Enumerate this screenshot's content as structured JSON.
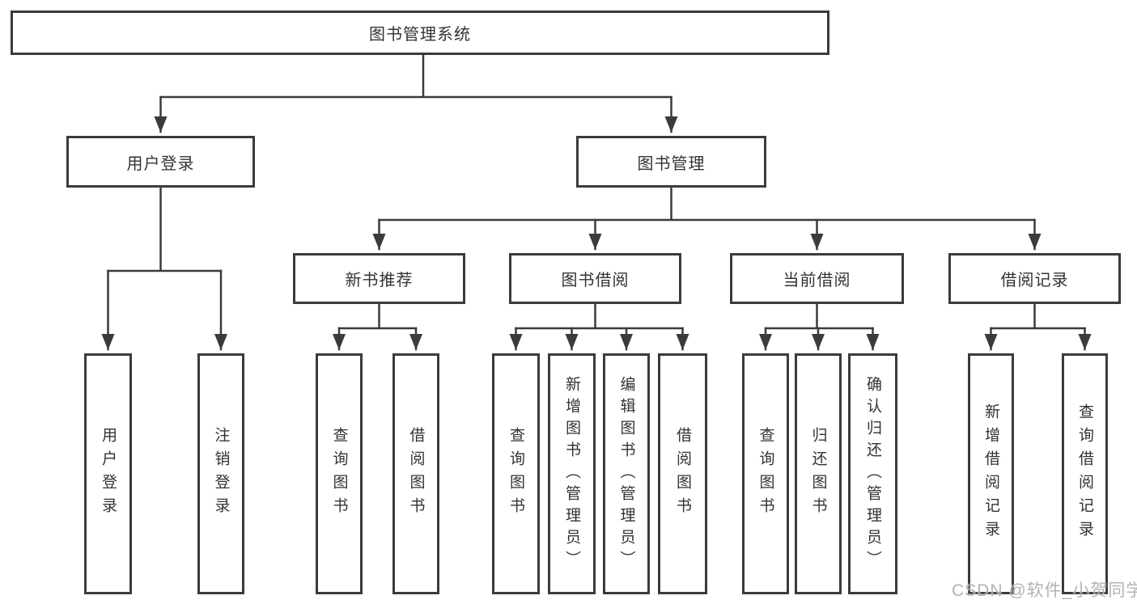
{
  "diagram_title": "图书管理系统",
  "root": {
    "label": "图书管理系统"
  },
  "level2": [
    {
      "label": "用户登录"
    },
    {
      "label": "图书管理"
    }
  ],
  "level3": [
    {
      "label": "新书推荐"
    },
    {
      "label": "图书借阅"
    },
    {
      "label": "当前借阅"
    },
    {
      "label": "借阅记录"
    }
  ],
  "leaves": {
    "user": [
      "用户登录",
      "注销登录"
    ],
    "recommend": [
      "查询图书",
      "借阅图书"
    ],
    "borrow": [
      "查询图书",
      "新增图书（管理员）",
      "编辑图书（管理员）",
      "借阅图书"
    ],
    "current": [
      "查询图书",
      "归还图书",
      "确认归还（管理员）"
    ],
    "records": [
      "新增借阅记录",
      "查询借阅记录"
    ]
  },
  "watermark": "CSDN @软件_小贺同学",
  "colors": {
    "line": "#3b3b3b",
    "box_border": "#3b3b3b",
    "text": "#333333",
    "watermark": "#ababab",
    "background": "#ffffff"
  }
}
